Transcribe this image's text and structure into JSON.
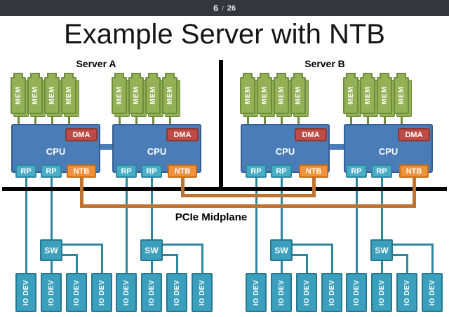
{
  "viewer": {
    "page_current": "6",
    "page_separator": "/",
    "page_total": "26"
  },
  "slide": {
    "title": "Example Server with NTB",
    "servers": [
      {
        "name": "Server A"
      },
      {
        "name": "Server B"
      }
    ],
    "labels": {
      "mem": "MEM",
      "cpu": "CPU",
      "dma": "DMA",
      "rp": "RP",
      "ntb": "NTB",
      "sw": "SW",
      "io_dev": "IO DEV",
      "midplane": "PCIe Midplane"
    },
    "colors": {
      "topbar_bg": "#33363a",
      "mem_fill": "#94b255",
      "mem_border": "#6f8c3e",
      "cpu_fill": "#4a7cb8",
      "cpu_border": "#365e94",
      "dma_fill": "#be4b45",
      "dma_border": "#8c3732",
      "rp_fill": "#48adc7",
      "rp_border": "#2f87a2",
      "ntb_fill": "#f0913c",
      "ntb_border": "#c96e15",
      "sw_fill": "#3ba0bd",
      "sw_border": "#28788f",
      "teal_line": "#2e87a0",
      "orange_line": "#be7430",
      "black_line": "#000000"
    }
  }
}
